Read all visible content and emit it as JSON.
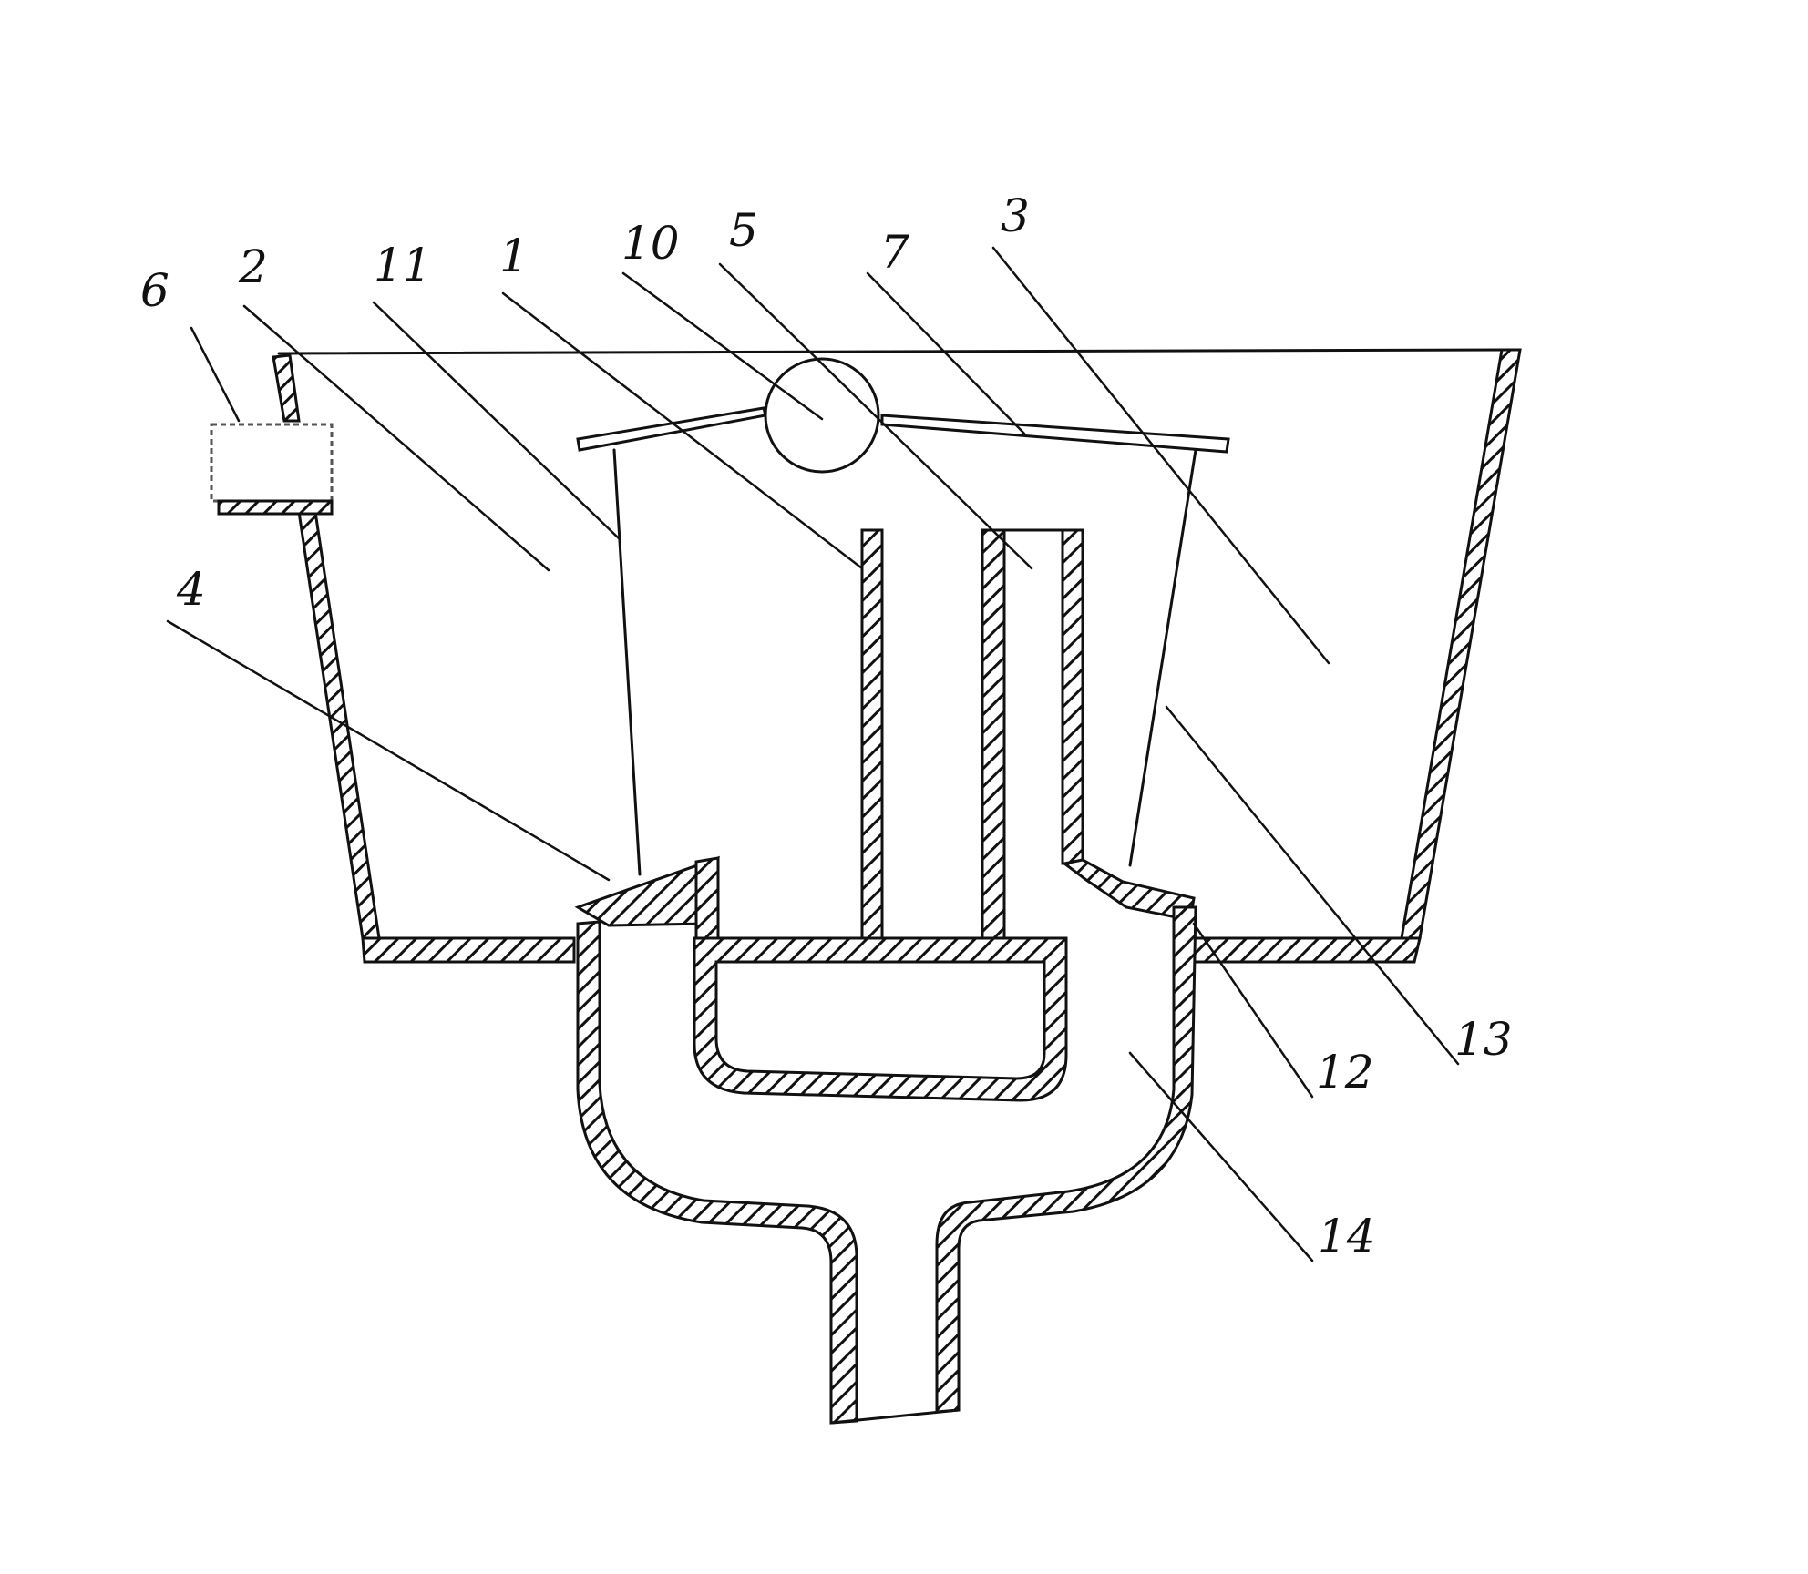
{
  "diagram": {
    "labels": {
      "l1": "1",
      "l2": "2",
      "l3": "3",
      "l4": "4",
      "l5": "5",
      "l6": "6",
      "l7": "7",
      "l10": "10",
      "l11": "11",
      "l12": "12",
      "l13": "13",
      "l14": "14"
    },
    "colors": {
      "ink": "#111111",
      "background": "#ffffff"
    }
  }
}
